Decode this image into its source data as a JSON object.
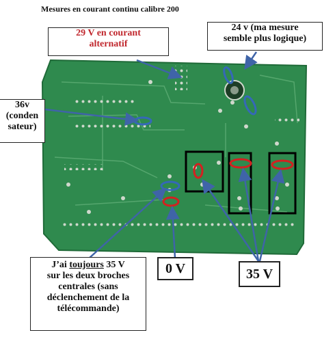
{
  "header": {
    "title": "Mesures en courant continu calibre 200"
  },
  "labels": {
    "ac_29v": {
      "line1": "29 V en courant",
      "line2": "alternatif",
      "color": "#c0272d"
    },
    "v24": {
      "line1": "24 v (ma mesure",
      "line2": "semble plus logique)"
    },
    "v36": {
      "line1": "36v",
      "line2": "(conden",
      "line3": "sateur)"
    },
    "toujours": {
      "pre": "J’ai ",
      "underlined": "toujours",
      "post": " 35 V",
      "line2": "sur les deux broches",
      "line3": "centrales (sans",
      "line4": "déclenchement de la",
      "line5": "télécommande)"
    },
    "zero_v": "0 V",
    "v35": "35 V"
  },
  "colors": {
    "board": "#2f8a4e",
    "marker_red": "#d42020",
    "marker_blue": "#3568b8",
    "arrow": "#3f64a8"
  }
}
